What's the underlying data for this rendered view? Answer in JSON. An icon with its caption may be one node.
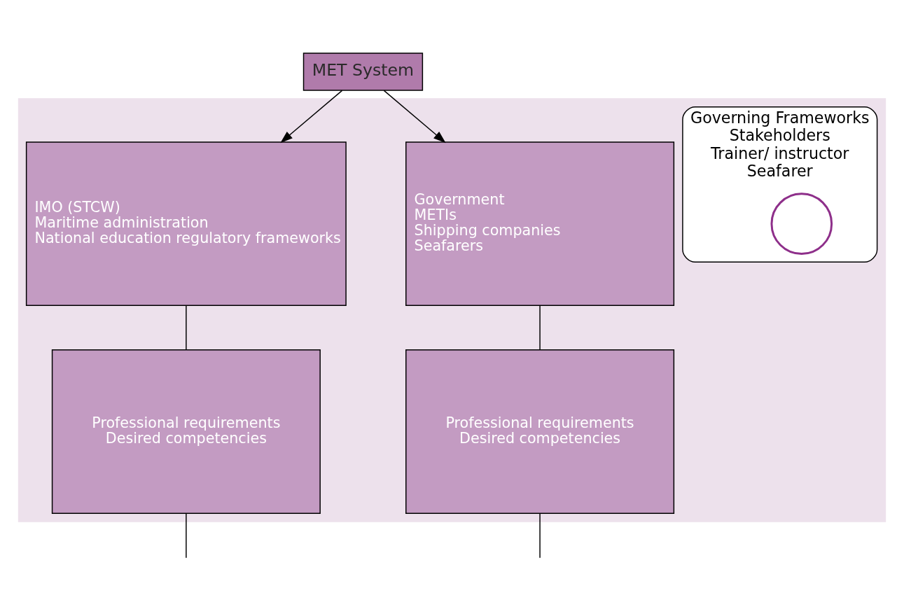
{
  "diagram": {
    "nodes": [
      {
        "text": [
          "MET System"
        ]
      },
      {
        "text": [],
        "shape": "box"
      },
      {
        "text": [
          "IMO (STCW)",
          "Maritime administration",
          "National education regulatory frameworks"
        ],
        "in": 1
      },
      {
        "text": [
          "Government",
          "METIs",
          "Shipping companies",
          "Seafarers"
        ],
        "in": 1
      },
      {
        "text": [
          "Governing Frameworks",
          "Stakeholders",
          "Trainer/ instructor",
          "Seafarer"
        ],
        "in": 1
      },
      {
        "text": [],
        "shape": "circle",
        "in": 4
      },
      {
        "text": [
          "Professional requirements",
          "Desired competencies"
        ],
        "in": 1
      },
      {
        "text": [
          "Professional requirements",
          "Desired competencies"
        ],
        "in": 1
      }
    ],
    "edges": [
      {
        "from": 0,
        "to": 2,
        "arrow": "to"
      },
      {
        "from": 0,
        "to": 3,
        "arrow": "to"
      },
      {
        "from": 2,
        "to": 6,
        "arrow": "none"
      },
      {
        "from": 3,
        "to": 7,
        "arrow": "none"
      },
      {
        "from": 6,
        "to": null,
        "arrow": "none"
      },
      {
        "from": 7,
        "to": null,
        "arrow": "none"
      }
    ]
  }
}
